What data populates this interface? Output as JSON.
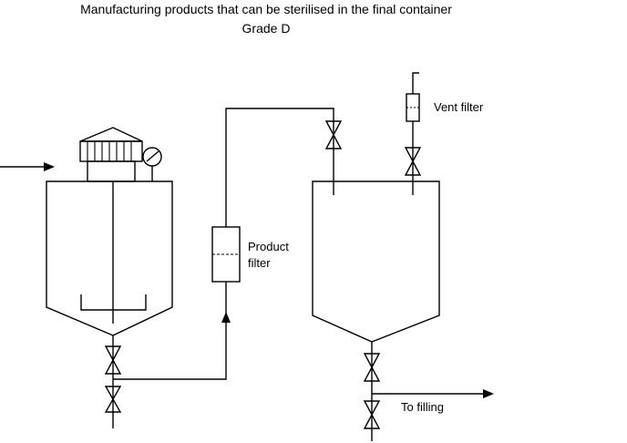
{
  "title": {
    "line1": "Manufacturing products that can be sterilised in the final container",
    "line2": "Grade D"
  },
  "labels": {
    "product_filter_line1": "Product",
    "product_filter_line2": "filter",
    "vent_filter": "Vent filter",
    "to_filling": "To filling"
  },
  "colors": {
    "line": "#000000",
    "background": "#ffffff"
  }
}
